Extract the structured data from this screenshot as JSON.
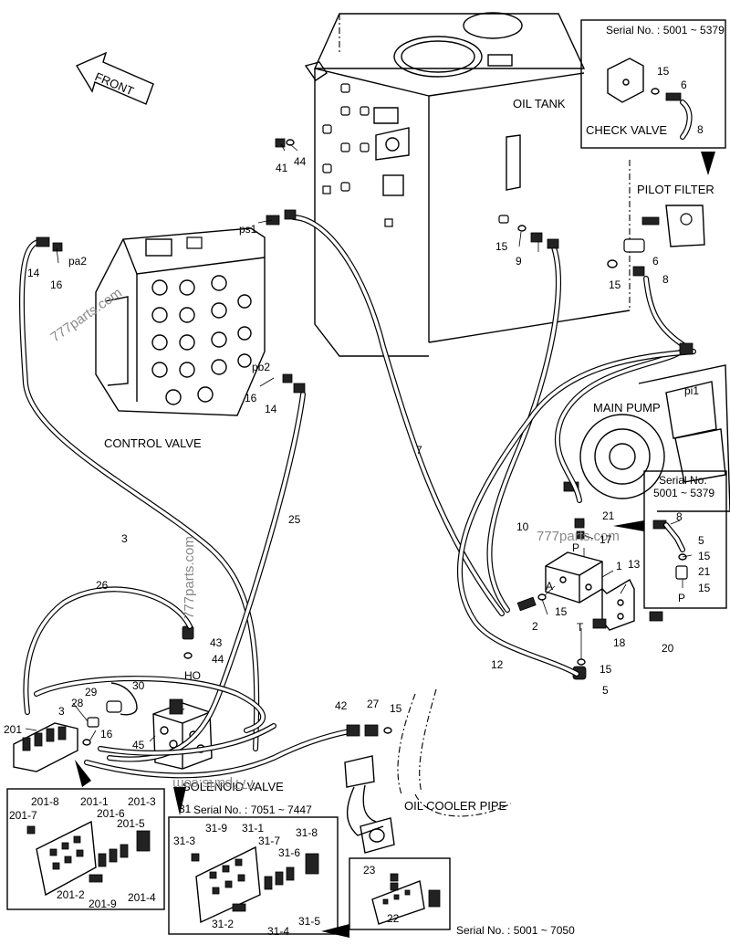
{
  "diagram": {
    "components": {
      "oil_tank": "OIL TANK",
      "check_valve": "CHECK VALVE",
      "pilot_filter": "PILOT FILTER",
      "main_pump": "MAIN PUMP",
      "control_valve": "CONTROL VALVE",
      "solenoid_valve": "SOLENOID VALVE",
      "oil_cooler_pipe": "OIL COOLER PIPE",
      "front": "FRONT"
    },
    "ports": {
      "pa2": "pa2",
      "pb2": "pb2",
      "ps1": "ps1",
      "pi1": "pi1",
      "P_top": "P",
      "A": "A",
      "T": "T",
      "HO": "HO",
      "P_inset": "P"
    },
    "serials": {
      "check_valve_box": "Serial No. : 5001 ~ 5379",
      "pump_box_line1": "Serial No.",
      "pump_box_line2": "5001 ~ 5379",
      "solenoid_box": "Serial No. : 7051 ~ 7447",
      "bottom_box": "Serial No. : 5001 ~ 7050"
    },
    "watermarks": {
      "w1": "777parts.com",
      "w2": "777parts.com",
      "w3": "777parts.com",
      "w4": "777parts.com"
    },
    "part_numbers": {
      "p41": "41",
      "p44a": "44",
      "p14a": "14",
      "p16a": "16",
      "p16b": "16",
      "p14b": "14",
      "p15a": "15",
      "p9": "9",
      "p15b": "15",
      "p8a": "8",
      "p6a": "6",
      "p15c": "15",
      "p6b": "6",
      "p8b": "8",
      "p7": "7",
      "p3a": "3",
      "p25": "25",
      "p10": "10",
      "p21a": "21",
      "p17": "17",
      "p1": "1",
      "p13": "13",
      "p15d": "15",
      "p2": "2",
      "p18": "18",
      "p20": "20",
      "p12": "12",
      "p15e": "15",
      "p5a": "5",
      "p8c": "8",
      "p5b": "5",
      "p15f": "15",
      "p21b": "21",
      "p15g": "15",
      "p26": "26",
      "p43": "43",
      "p44b": "44",
      "p30": "30",
      "p29": "29",
      "p28": "28",
      "p3b": "3",
      "p16c": "16",
      "p201": "201",
      "p45": "45",
      "p42": "42",
      "p27": "27",
      "p15h": "15",
      "p31": "31",
      "p201_8": "201-8",
      "p201_1": "201-1",
      "p201_3": "201-3",
      "p201_7": "201-7",
      "p201_6": "201-6",
      "p201_5": "201-5",
      "p201_2": "201-2",
      "p201_9": "201-9",
      "p201_4": "201-4",
      "p31_9": "31-9",
      "p31_1": "31-1",
      "p31_8": "31-8",
      "p31_3": "31-3",
      "p31_7": "31-7",
      "p31_6": "31-6",
      "p31_2": "31-2",
      "p31_4": "31-4",
      "p31_5": "31-5",
      "p23": "23",
      "p22": "22"
    }
  }
}
